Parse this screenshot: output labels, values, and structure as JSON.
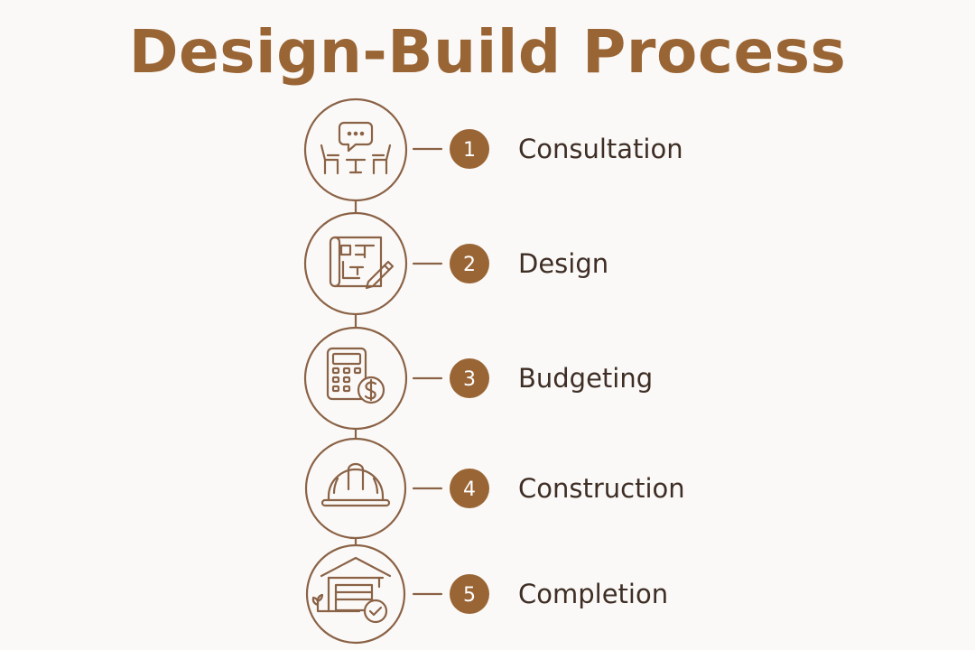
{
  "title": "Design-Build Process",
  "colors": {
    "accent": "#9a6535",
    "line": "#8a6246",
    "text": "#3e2e25",
    "badge_text": "#ffffff",
    "background": "#fbf9f7"
  },
  "steps": [
    {
      "number": "1",
      "label": "Consultation",
      "icon": "consultation-chairs-speech-bubble-icon"
    },
    {
      "number": "2",
      "label": "Design",
      "icon": "blueprint-pencil-icon"
    },
    {
      "number": "3",
      "label": "Budgeting",
      "icon": "calculator-dollar-icon"
    },
    {
      "number": "4",
      "label": "Construction",
      "icon": "hard-hat-icon"
    },
    {
      "number": "5",
      "label": "Completion",
      "icon": "house-checkmark-icon"
    }
  ]
}
